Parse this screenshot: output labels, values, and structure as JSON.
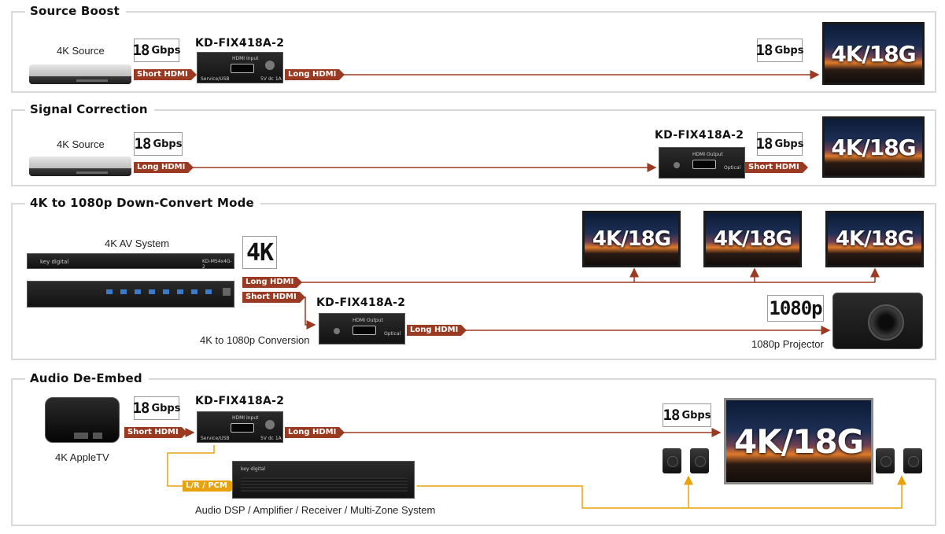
{
  "panels": {
    "source_boost": {
      "title": "Source Boost"
    },
    "signal_correction": {
      "title": "Signal Correction"
    },
    "down_convert": {
      "title": "4K to 1080p Down-Convert Mode"
    },
    "audio_deembed": {
      "title": "Audio De-Embed"
    }
  },
  "source_boost": {
    "source_label": "4K Source",
    "device_name": "KD-FIX418A-2",
    "badge_in": {
      "num": "18",
      "unit": "Gbps"
    },
    "badge_out": {
      "num": "18",
      "unit": "Gbps"
    },
    "cable_short": "Short HDMI",
    "cable_long": "Long HDMI",
    "tv_text": "4K/18G",
    "device_port_label": "HDMI Input",
    "device_left_label": "Service/USB",
    "device_right_label": "5V dc 1A"
  },
  "signal_correction": {
    "source_label": "4K Source",
    "device_name": "KD-FIX418A-2",
    "badge_in": {
      "num": "18",
      "unit": "Gbps"
    },
    "badge_out": {
      "num": "18",
      "unit": "Gbps"
    },
    "cable_long": "Long HDMI",
    "cable_short": "Short HDMI",
    "tv_text": "4K/18G",
    "device_port_label": "HDMI Output",
    "device_right_label": "Optical"
  },
  "down_convert": {
    "system_label": "4K AV System",
    "badge_4k": "4K",
    "cable_long_1": "Long HDMI",
    "cable_short": "Short HDMI",
    "cable_long_2": "Long HDMI",
    "device_name": "KD-FIX418A-2",
    "conversion_label": "4K to 1080p Conversion",
    "badge_1080": "1080p",
    "projector_label": "1080p Projector",
    "tv_texts": [
      "4K/18G",
      "4K/18G",
      "4K/18G"
    ],
    "system_brand": "key digital",
    "system_model": "KD-MS4x4G-2",
    "device_port_label": "HDMI Output",
    "device_right_label": "Optical"
  },
  "audio_deembed": {
    "source_label": "4K AppleTV",
    "badge_in": {
      "num": "18",
      "unit": "Gbps"
    },
    "badge_out": {
      "num": "18",
      "unit": "Gbps"
    },
    "cable_short": "Short HDMI",
    "cable_long": "Long HDMI",
    "cable_audio": "L/R / PCM",
    "device_name": "KD-FIX418A-2",
    "tv_text": "4K/18G",
    "amp_label": "Audio DSP / Amplifier / Receiver / Multi-Zone System",
    "amp_brand": "key digital",
    "device_port_label": "HDMI Input",
    "device_left_label": "Service/USB",
    "device_right_label": "5V dc 1A"
  },
  "colors": {
    "hdmi_cable": "#9b3a22",
    "audio_cable": "#e8a30c",
    "panel_border": "#d9d9d9"
  }
}
